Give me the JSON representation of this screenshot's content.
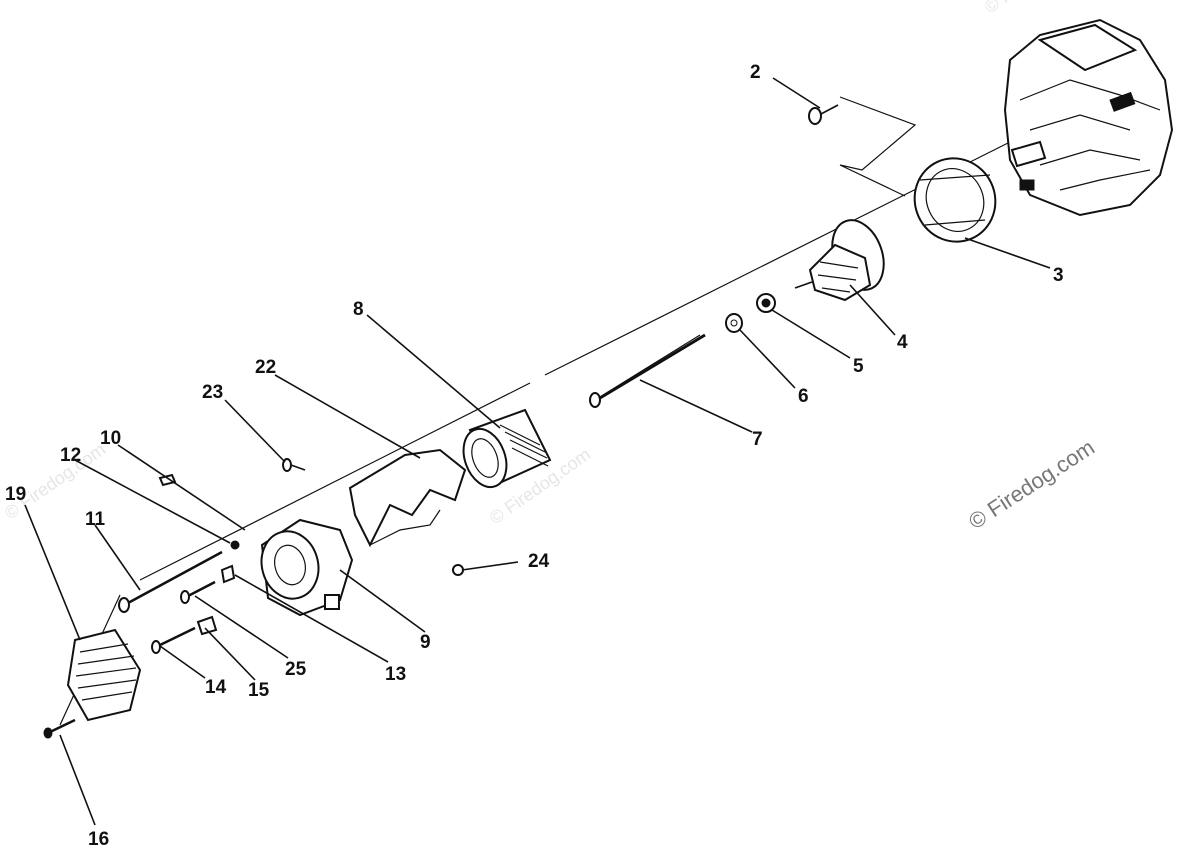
{
  "watermark": "© Firedog.com",
  "faint_watermarks": [
    "© Firedog.com",
    "© Firedog.com",
    "© Firedog.com"
  ],
  "labels": {
    "p2": "2",
    "p3": "3",
    "p4": "4",
    "p5": "5",
    "p6": "6",
    "p7": "7",
    "p8": "8",
    "p9": "9",
    "p10": "10",
    "p11": "11",
    "p12": "12",
    "p13": "13",
    "p14": "14",
    "p15": "15",
    "p16": "16",
    "p19": "19",
    "p22": "22",
    "p23": "23",
    "p24": "24",
    "p25": "25"
  }
}
